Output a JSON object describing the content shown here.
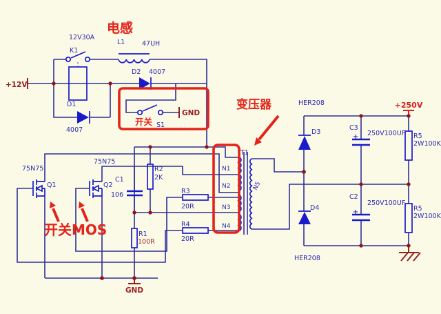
{
  "annotations": {
    "inductor_label": "电感",
    "transformer_label": "变压器",
    "switch_label": "开关",
    "switch_mos_label": "开关MOS"
  },
  "power": {
    "v12": "+12V",
    "v250": "+250V",
    "gnd_switch": "GND",
    "gnd_main": "GND"
  },
  "components": {
    "k1": {
      "ref": "K1",
      "value": "12V30A"
    },
    "l1": {
      "ref": "L1",
      "value": "47UH"
    },
    "d1": {
      "ref": "D1",
      "value": "4007"
    },
    "d2": {
      "ref": "D2",
      "value": "4007"
    },
    "d3": {
      "ref": "D3",
      "value": "HER208"
    },
    "d4": {
      "ref": "D4",
      "value": "HER208"
    },
    "s1": {
      "ref": "S1"
    },
    "q1": {
      "ref": "Q1",
      "value": "75N75"
    },
    "q2": {
      "ref": "Q2",
      "value": "75N75"
    },
    "c1": {
      "ref": "C1",
      "value": "106"
    },
    "c2": {
      "ref": "C2",
      "value": "250V100UF",
      "polarity": "+"
    },
    "c3": {
      "ref": "C3",
      "value": "250V100UF",
      "polarity": "+"
    },
    "r1": {
      "ref": "R1",
      "value": "100R"
    },
    "r2": {
      "ref": "R2",
      "value": "2K"
    },
    "r3": {
      "ref": "R3",
      "value": "20R"
    },
    "r4": {
      "ref": "R4",
      "value": "20R"
    },
    "r5_top": {
      "ref": "R5",
      "value": "2W100K"
    },
    "r5_bottom": {
      "ref": "R5",
      "value": "2W100K"
    },
    "t1": {
      "ref": "T1",
      "windings": {
        "n1": "N1",
        "n2": "N2",
        "n3": "N3",
        "n4": "N4",
        "n5": "N5"
      }
    }
  },
  "colors": {
    "background": "#fbfae6",
    "wire": "#2e2e9c",
    "component": "#1a1acd",
    "label": "#2b2bb0",
    "annotation_red": "#e3241b",
    "power_dark_red": "#962121",
    "junction_dot": "#8f1515"
  }
}
